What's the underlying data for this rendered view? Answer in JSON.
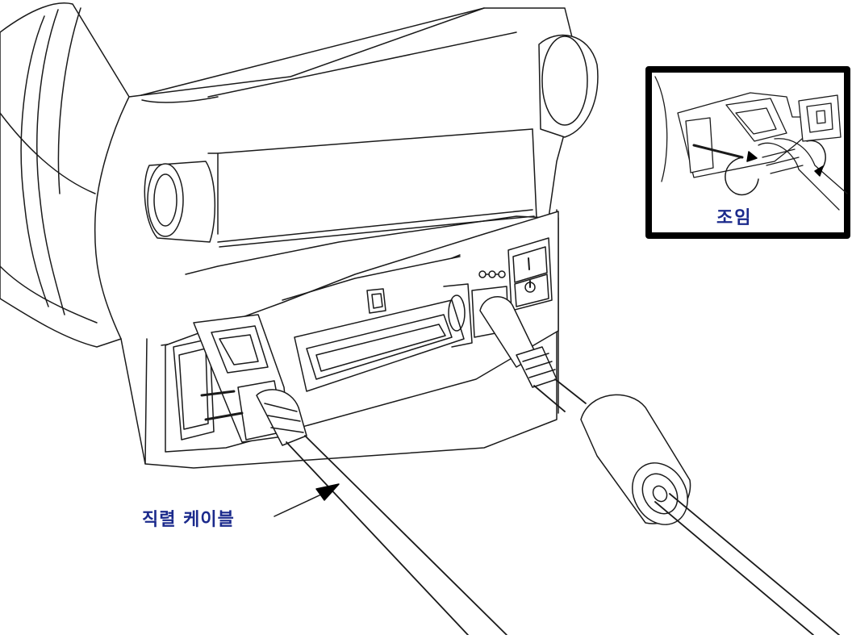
{
  "callouts": {
    "serial_cable": "직렬 케이블",
    "tighten": "조임"
  },
  "switch": {
    "on_symbol": "I",
    "power_symbol": "⏻"
  },
  "icons": [
    "printer-illustration",
    "serial-connector",
    "parallel-port",
    "power-jack-icon",
    "power-switch",
    "ferrite-core",
    "rotation-arrow-icon",
    "leader-arrow"
  ],
  "colors": {
    "callout_text": "#1b2a8c",
    "line_art": "#1a1a1a",
    "inset_border": "#000000"
  }
}
